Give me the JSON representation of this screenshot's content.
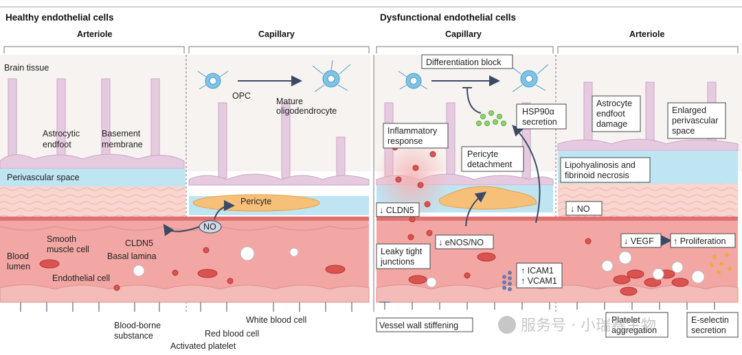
{
  "panels": {
    "healthy": {
      "title": "Healthy endothelial cells",
      "arteriole_header": "Arteriole",
      "capillary_header": "Capillary"
    },
    "dysfunctional": {
      "title": "Dysfunctional endothelial cells",
      "capillary_header": "Capillary",
      "arteriole_header": "Arteriole"
    }
  },
  "healthy_labels": {
    "brain_tissue": "Brain tissue",
    "astrocytic_endfoot_1": "Astrocytic",
    "astrocytic_endfoot_2": "endfoot",
    "basement_membrane_1": "Basement",
    "basement_membrane_2": "membrane",
    "perivascular_space": "Perivascular space",
    "smooth_muscle_1": "Smooth",
    "smooth_muscle_2": "muscle cell",
    "cldn5": "CLDN5",
    "basal_lamina": "Basal lamina",
    "blood_lumen_1": "Blood",
    "blood_lumen_2": "lumen",
    "endothelial_cell": "Endothelial cell",
    "blood_borne_1": "Blood-borne",
    "blood_borne_2": "substance",
    "activated_platelet": "Activated platelet",
    "red_blood_cell": "Red blood cell",
    "white_blood_cell": "White blood cell",
    "opc": "OPC",
    "mature_1": "Mature",
    "mature_2": "oligodendrocyte",
    "pericyte": "Pericyte",
    "no": "NO"
  },
  "dysfunctional_labels": {
    "differentiation_block": "Differentiation block",
    "hsp90_1": "HSP90α",
    "hsp90_2": "secretion",
    "inflammatory_1": "Inflammatory",
    "inflammatory_2": "response",
    "pericyte_det_1": "Pericyte",
    "pericyte_det_2": "detachment",
    "cldn5_down": "↓ CLDN5",
    "enos_down": "↓ eNOS/NO",
    "leaky_1": "Leaky tight",
    "leaky_2": "junctions",
    "icam1": "↑ ICAM1",
    "vcam1": "↑ VCAM1",
    "vessel_wall": "Vessel wall stiffening",
    "astrocyte_1": "Astrocyte",
    "astrocyte_2": "endfoot",
    "astrocyte_3": "damage",
    "enlarged_1": "Enlarged",
    "enlarged_2": "perivascular",
    "enlarged_3": "space",
    "lipo_1": "Lipohyalinosis and",
    "lipo_2": "fibrinoid necrosis",
    "no_down": "↓ NO",
    "vegf_down": "↓ VEGF",
    "proliferation_up": "↑ Proliferation",
    "platelet_1": "Platelet",
    "platelet_2": "aggregation",
    "eselectin_1": "E-selectin",
    "eselectin_2": "secretion"
  },
  "watermark": "服务号 · 小瑞赛生物",
  "colors": {
    "vessel": "#f2a7a4",
    "vessel_dark": "#e0706e",
    "smooth_muscle": "#f7cfc7",
    "perivascular": "#bfe4f2",
    "astro": "#e6cbe0",
    "pericyte": "#f7c079",
    "opc": "#7fc3e6",
    "rbc": "#d93a3a"
  }
}
